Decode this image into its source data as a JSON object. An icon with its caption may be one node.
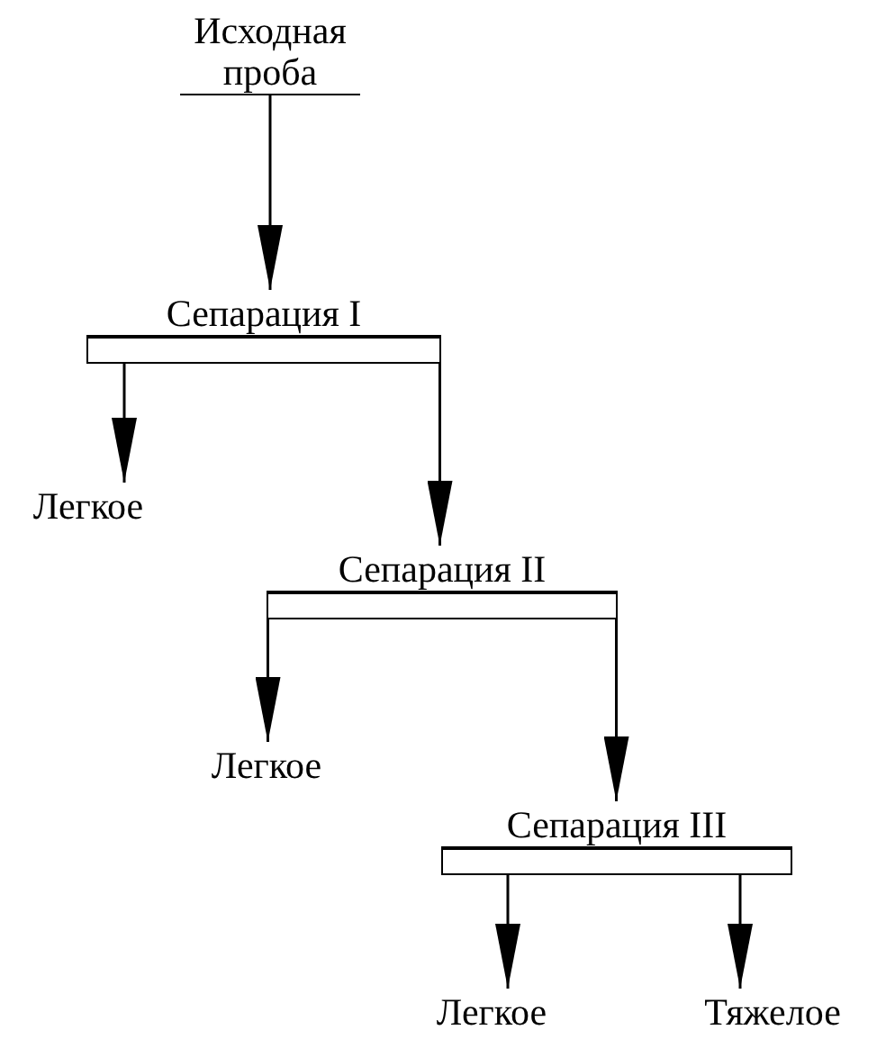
{
  "diagram": {
    "nodes": [
      {
        "text": [
          "Исходная проба"
        ]
      },
      {
        "text": [
          "Сепарация I"
        ]
      },
      {
        "text": [
          "Легкое"
        ]
      },
      {
        "text": [
          "Сепарация II"
        ]
      },
      {
        "text": [
          "Легкое"
        ]
      },
      {
        "text": [
          "Сепарация III"
        ]
      },
      {
        "text": [
          "Легкое"
        ]
      },
      {
        "text": [
          "Тяжелое"
        ]
      }
    ],
    "edges": [
      {
        "from": 0,
        "to": 1,
        "arrow": "to"
      },
      {
        "from": 1,
        "to": 2,
        "arrow": "to"
      },
      {
        "from": 1,
        "to": 3,
        "arrow": "to"
      },
      {
        "from": 3,
        "to": 4,
        "arrow": "to"
      },
      {
        "from": 3,
        "to": 5,
        "arrow": "to"
      },
      {
        "from": 5,
        "to": 6,
        "arrow": "to"
      },
      {
        "from": 5,
        "to": 7,
        "arrow": "to"
      }
    ]
  }
}
